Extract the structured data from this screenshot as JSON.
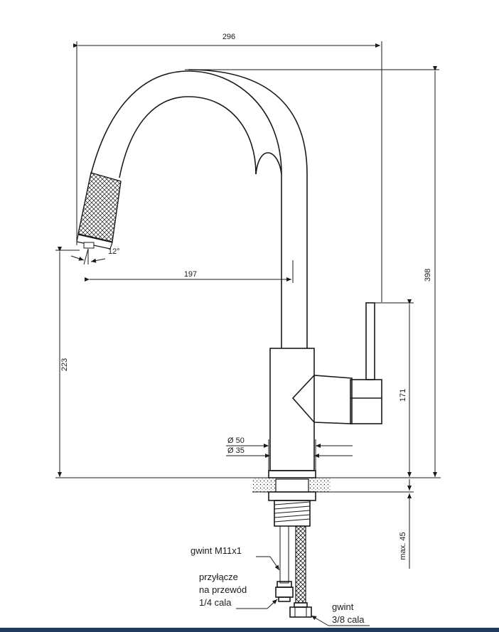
{
  "dimensions": {
    "width_total": "296",
    "height_total": "398",
    "spout_reach": "197",
    "spout_height": "223",
    "lever_height": "171",
    "angle": "12°",
    "diameter_base": "Ø 50",
    "diameter_body": "Ø 35",
    "max_thickness": "max. 45"
  },
  "notes": {
    "thread_m11": "gwint M11x1",
    "connector_line1": "przyłącze",
    "connector_line2": "na przewód",
    "connector_line3": "1/4 cala",
    "thread_38_line1": "gwint",
    "thread_38_line2": "3/8 cala"
  },
  "colors": {
    "ink": "#1a1a1a",
    "footer": "#1f3a5c"
  }
}
